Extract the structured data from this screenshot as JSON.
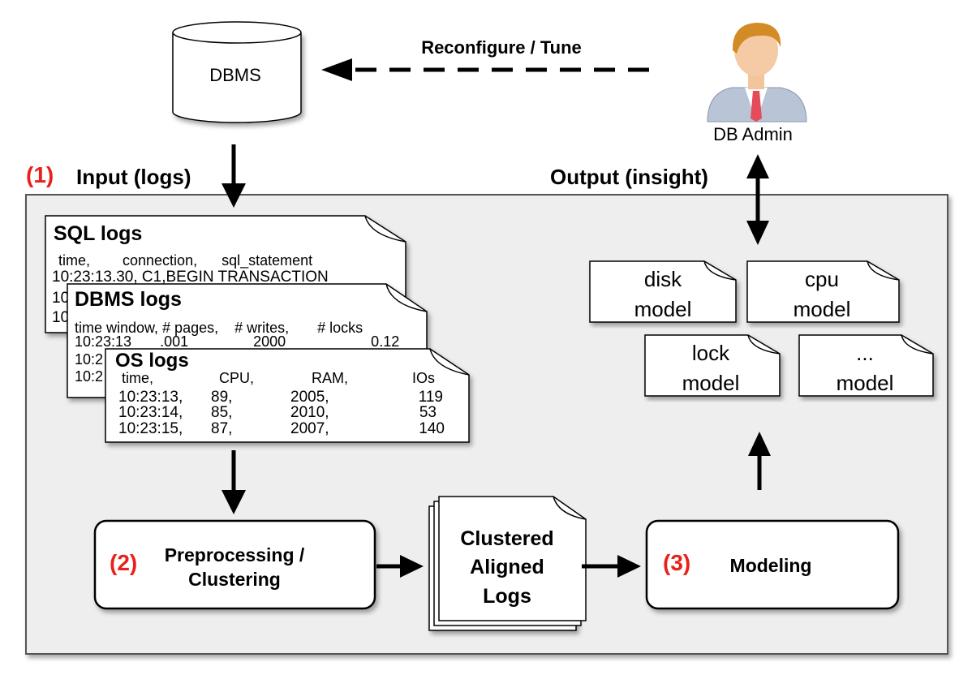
{
  "colors": {
    "panel_fill": "#eeeeee",
    "panel_stroke": "#555555",
    "accent_red": "#e8221b",
    "ink": "#000000",
    "doc_fill": "#ffffff"
  },
  "dbms": {
    "label": "DBMS"
  },
  "reconfigure": {
    "label": "Reconfigure / Tune"
  },
  "admin": {
    "label": "DB Admin",
    "icon": "person-icon"
  },
  "input": {
    "number": "(1)",
    "label": "Input (logs)"
  },
  "output": {
    "label": "Output (insight)"
  },
  "sql_logs": {
    "title": "SQL logs",
    "header": "time,        connection,      sql_statement",
    "row1": "10:23:13.30, C1,BEGIN TRANSACTION",
    "row2": "10",
    "row3": "10"
  },
  "dbms_logs": {
    "title": "DBMS logs",
    "header": "time window, # pages,    # writes,       # locks",
    "row1": "10:23:13       .001                2000                     0.12",
    "row2": "10:2",
    "row3": "10:2"
  },
  "os_logs": {
    "title": "OS logs",
    "headers": [
      "time,",
      "CPU,",
      "RAM,",
      "IOs"
    ],
    "rows": [
      [
        "10:23:13,",
        "89,",
        "2005,",
        "119"
      ],
      [
        "10:23:14,",
        "85,",
        "2010,",
        "53"
      ],
      [
        "10:23:15,",
        "87,",
        "2007,",
        "140"
      ]
    ]
  },
  "preprocessing": {
    "number": "(2)",
    "line1": "Preprocessing /",
    "line2": "Clustering"
  },
  "clustered": {
    "line1": "Clustered",
    "line2": "Aligned",
    "line3": "Logs"
  },
  "modeling": {
    "number": "(3)",
    "label": "Modeling"
  },
  "models": [
    {
      "line1": "disk",
      "line2": "model"
    },
    {
      "line1": "cpu",
      "line2": "model"
    },
    {
      "line1": "lock",
      "line2": "model"
    },
    {
      "line1": "...",
      "line2": "model"
    }
  ]
}
